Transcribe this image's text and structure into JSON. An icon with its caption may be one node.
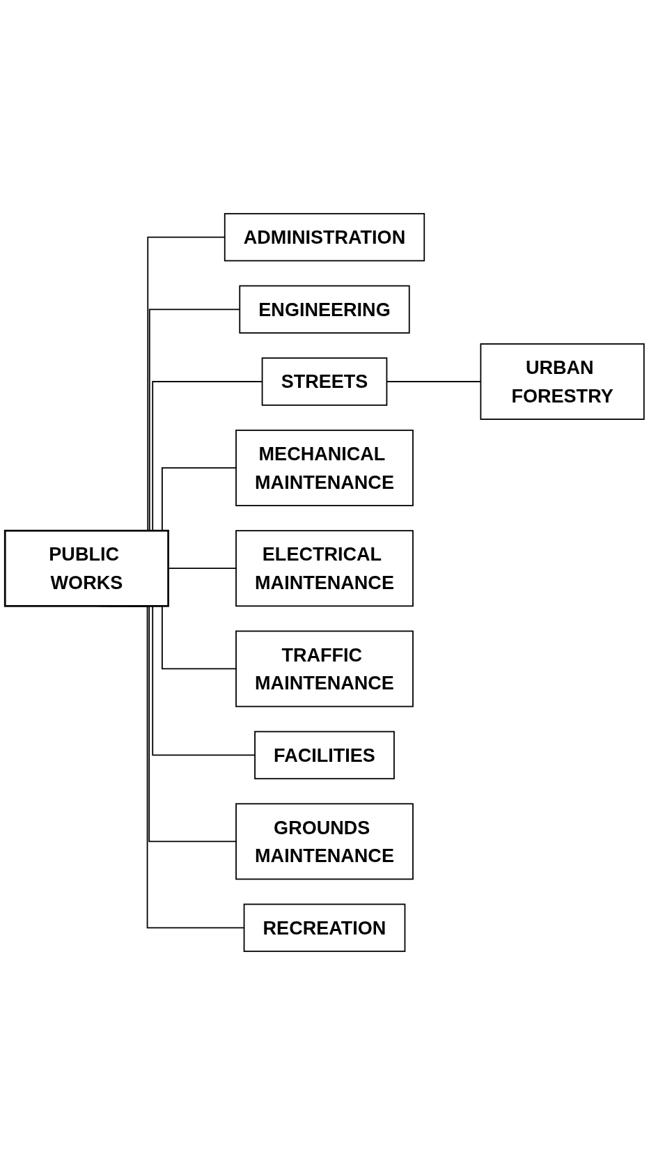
{
  "diagram": {
    "nodes": [
      {
        "text": [
          "PUBLIC WORKS"
        ]
      },
      {
        "text": [
          "ADMINISTRATION"
        ]
      },
      {
        "text": [
          "ENGINEERING"
        ]
      },
      {
        "text": [
          "STREETS"
        ]
      },
      {
        "text": [
          "MECHANICAL MAINTENANCE"
        ]
      },
      {
        "text": [
          "URBAN FORESTRY"
        ]
      },
      {
        "text": [
          "ELECTRICAL MAINTENANCE"
        ]
      },
      {
        "text": [
          "TRAFFIC MAINTENANCE"
        ]
      },
      {
        "text": [
          "FACILITIES"
        ]
      },
      {
        "text": [
          "GROUNDS MAINTENANCE"
        ]
      },
      {
        "text": [
          "RECREATION"
        ]
      }
    ],
    "edges": [
      {
        "from": 0,
        "to": 1,
        "arrow": "none"
      },
      {
        "from": 0,
        "to": 2,
        "arrow": "none"
      },
      {
        "from": 0,
        "to": 3,
        "arrow": "none"
      },
      {
        "from": 0,
        "to": 4,
        "arrow": "none"
      },
      {
        "from": 3,
        "to": 5,
        "arrow": "none"
      },
      {
        "from": 0,
        "to": 6,
        "arrow": "none"
      },
      {
        "from": 0,
        "to": 7,
        "arrow": "none"
      },
      {
        "from": 0,
        "to": 8,
        "arrow": "none"
      },
      {
        "from": 0,
        "to": 9,
        "arrow": "none"
      },
      {
        "from": 0,
        "to": 10,
        "arrow": "none"
      }
    ]
  }
}
